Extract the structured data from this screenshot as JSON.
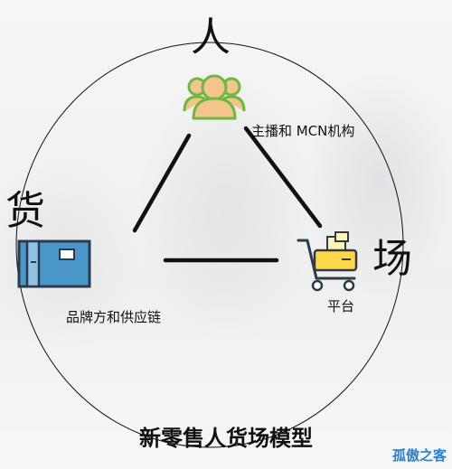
{
  "nodes": {
    "person": {
      "char": "人",
      "label": "主播和 MCN机构"
    },
    "goods": {
      "char": "货",
      "label": "品牌方和供应链"
    },
    "place": {
      "char": "场",
      "label": "平台"
    }
  },
  "title": "新零售人货场模型",
  "watermark": "孤傲之客",
  "icons": {
    "person": "user-group-icon",
    "goods": "package-box-icon",
    "place": "shopping-cart-icon"
  },
  "colors": {
    "person_icon": "#f4c48d",
    "person_outline": "#6fb83f",
    "box": "#4b97c9",
    "box_outline": "#2b3b4b",
    "cart_body": "#ffd84a",
    "cart_frame": "#2f3a44",
    "watermark": "#2a7fd4"
  }
}
